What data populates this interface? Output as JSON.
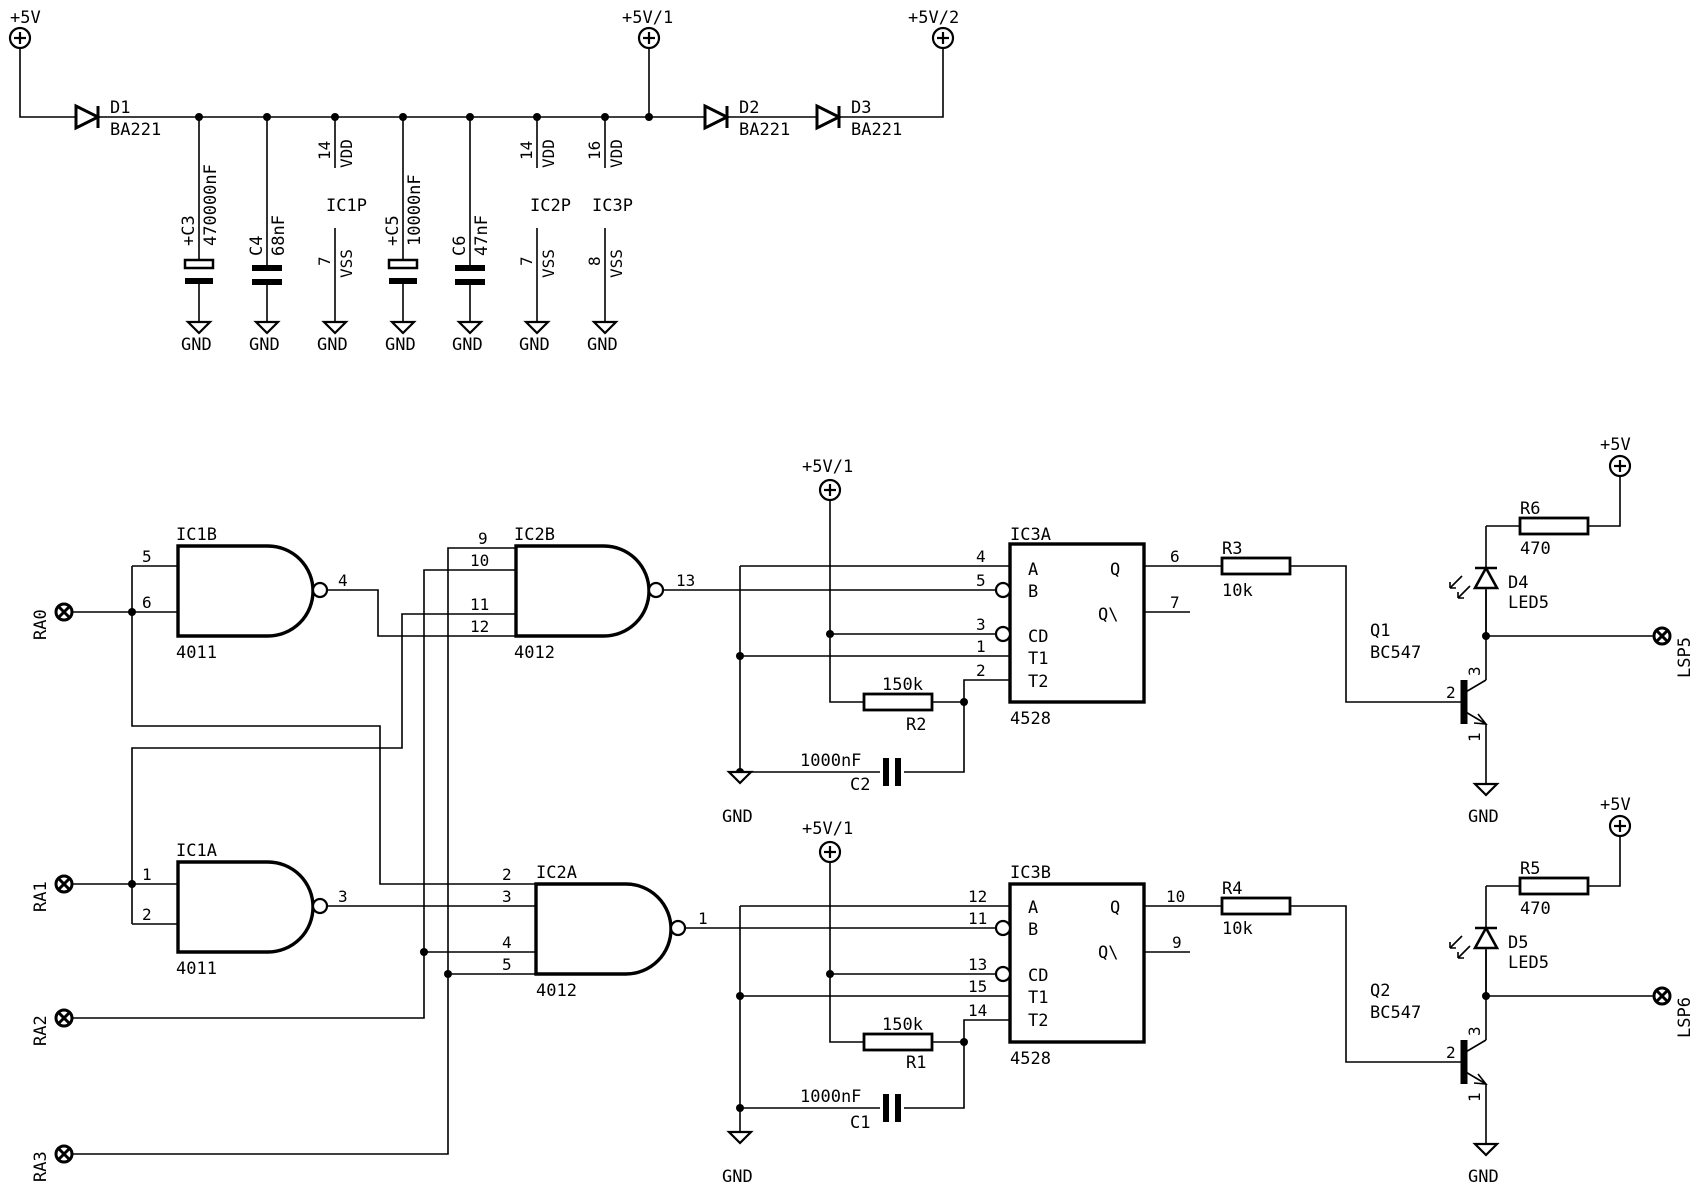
{
  "rails": {
    "p5v": "+5V",
    "p5v_1": "+5V/1",
    "p5v_2": "+5V/2",
    "gnd": "GND"
  },
  "diodes": {
    "d1": {
      "ref": "D1",
      "part": "BA221"
    },
    "d2": {
      "ref": "D2",
      "part": "BA221"
    },
    "d3": {
      "ref": "D3",
      "part": "BA221"
    }
  },
  "caps": {
    "c3": {
      "ref": "+C3",
      "value": "470000nF"
    },
    "c4": {
      "ref": "C4",
      "value": "68nF"
    },
    "c5": {
      "ref": "+C5",
      "value": "10000nF"
    },
    "c6": {
      "ref": "C6",
      "value": "47nF"
    },
    "c1": {
      "ref": "C1",
      "value": "1000nF"
    },
    "c2": {
      "ref": "C2",
      "value": "1000nF"
    }
  },
  "power_pins": {
    "ic1p": {
      "ref": "IC1P",
      "vdd_pin": "14",
      "vss_pin": "7"
    },
    "ic2p": {
      "ref": "IC2P",
      "vdd_pin": "14",
      "vss_pin": "7"
    },
    "ic3p": {
      "ref": "IC3P",
      "vdd_pin": "16",
      "vss_pin": "8"
    },
    "vdd": "VDD",
    "vss": "VSS"
  },
  "inputs": {
    "ra0": "RA0",
    "ra1": "RA1",
    "ra2": "RA2",
    "ra3": "RA3"
  },
  "gates": {
    "ic1b": {
      "ref": "IC1B",
      "part": "4011",
      "in_a": "5",
      "in_b": "6",
      "out": "4"
    },
    "ic1a": {
      "ref": "IC1A",
      "part": "4011",
      "in_a": "1",
      "in_b": "2",
      "out": "3"
    },
    "ic2b": {
      "ref": "IC2B",
      "part": "4012",
      "in_1": "9",
      "in_2": "10",
      "in_3": "11",
      "in_4": "12",
      "out": "13"
    },
    "ic2a": {
      "ref": "IC2A",
      "part": "4012",
      "in_1": "2",
      "in_2": "3",
      "in_3": "4",
      "in_4": "5",
      "out": "1"
    }
  },
  "monostables": {
    "ic3a": {
      "ref": "IC3A",
      "part": "4528",
      "pins": {
        "a": "4",
        "b": "5",
        "cd": "3",
        "t1": "1",
        "t2": "2",
        "q": "6",
        "qn": "7"
      }
    },
    "ic3b": {
      "ref": "IC3B",
      "part": "4528",
      "pins": {
        "a": "12",
        "b": "11",
        "cd": "13",
        "t1": "15",
        "t2": "14",
        "q": "10",
        "qn": "9"
      }
    },
    "labels": {
      "a": "A",
      "b": "B",
      "cd": "CD",
      "t1": "T1",
      "t2": "T2",
      "q": "Q",
      "qn": "Q\\"
    }
  },
  "resistors": {
    "r1": {
      "ref": "R1",
      "value": "150k"
    },
    "r2": {
      "ref": "R2",
      "value": "150k"
    },
    "r3": {
      "ref": "R3",
      "value": "10k"
    },
    "r4": {
      "ref": "R4",
      "value": "10k"
    },
    "r5": {
      "ref": "R5",
      "value": "470"
    },
    "r6": {
      "ref": "R6",
      "value": "470"
    }
  },
  "leds": {
    "d4": {
      "ref": "D4",
      "part": "LED5"
    },
    "d5": {
      "ref": "D5",
      "part": "LED5"
    }
  },
  "transistors": {
    "q1": {
      "ref": "Q1",
      "part": "BC547",
      "base": "2",
      "collector": "3",
      "emitter": "1"
    },
    "q2": {
      "ref": "Q2",
      "part": "BC547",
      "base": "2",
      "collector": "3",
      "emitter": "1"
    }
  },
  "outputs": {
    "lsp5": "LSP5",
    "lsp6": "LSP6"
  }
}
